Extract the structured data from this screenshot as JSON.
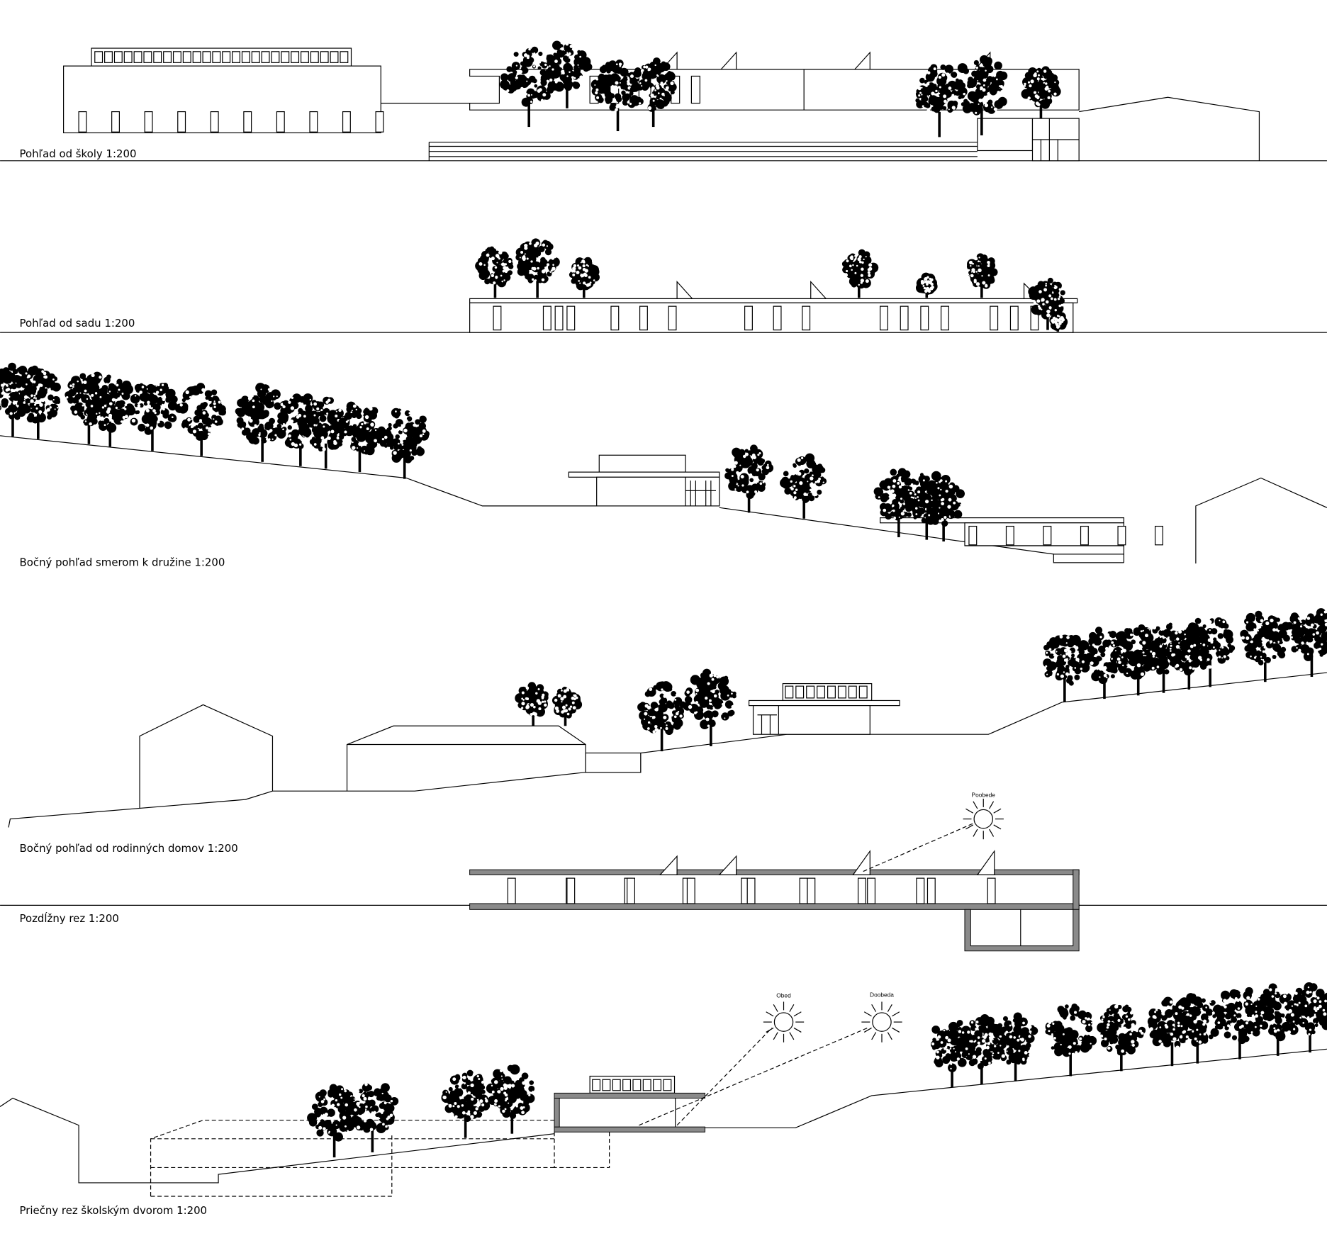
{
  "drawing_labels": {
    "view_from_school": "Pohľad od školy 1:200",
    "view_from_orchard": "Pohľad od sadu 1:200",
    "side_view_to_club": "Bočný pohľad smerom k družine 1:200",
    "side_view_from_houses": "Bočný pohľad od rodinných domov 1:200",
    "longitudinal_section": "Pozdĺžny rez 1:200",
    "cross_section_schoolyard": "Priečny rez školským dvorom 1:200"
  },
  "sun_labels": {
    "afternoon": "Poobede",
    "noon": "Obed",
    "morning": "Doobeda"
  },
  "colors": {
    "line": "#000000",
    "section_wall": "#8a8a8a",
    "background": "#ffffff"
  }
}
